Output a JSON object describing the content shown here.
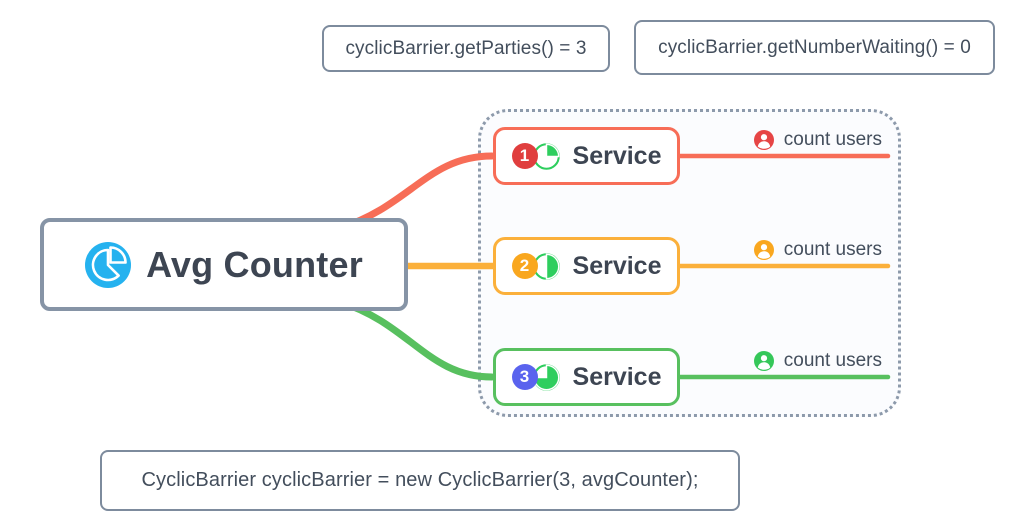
{
  "annotations": {
    "parties": "cyclicBarrier.getParties() = 3",
    "number_waiting": "cyclicBarrier.getNumberWaiting() = 0",
    "code": "CyclicBarrier cyclicBarrier = new CyclicBarrier(3, avgCounter);"
  },
  "root": {
    "label": "Avg Counter",
    "icon": "pie-chart-icon",
    "icon_color": "#25b2ef"
  },
  "services": [
    {
      "number": "1",
      "label": "Service",
      "task": "count users",
      "progress": "25%",
      "color": "#f76d57",
      "badge_color": "#e03e3e"
    },
    {
      "number": "2",
      "label": "Service",
      "task": "count users",
      "progress": "50%",
      "color": "#fbb03b",
      "badge_color": "#f9a71f"
    },
    {
      "number": "3",
      "label": "Service",
      "task": "count users",
      "progress": "75%",
      "color": "#58c05f",
      "badge_color": "#5a63ee"
    }
  ],
  "palette": {
    "box_border": "#8694a6",
    "annotation_border": "#7d8b9d",
    "dotted_border": "#8d9aab",
    "text_dark": "#3d4552",
    "pie_green": "#2ece5e",
    "root_icon_blue": "#25b2ef"
  }
}
